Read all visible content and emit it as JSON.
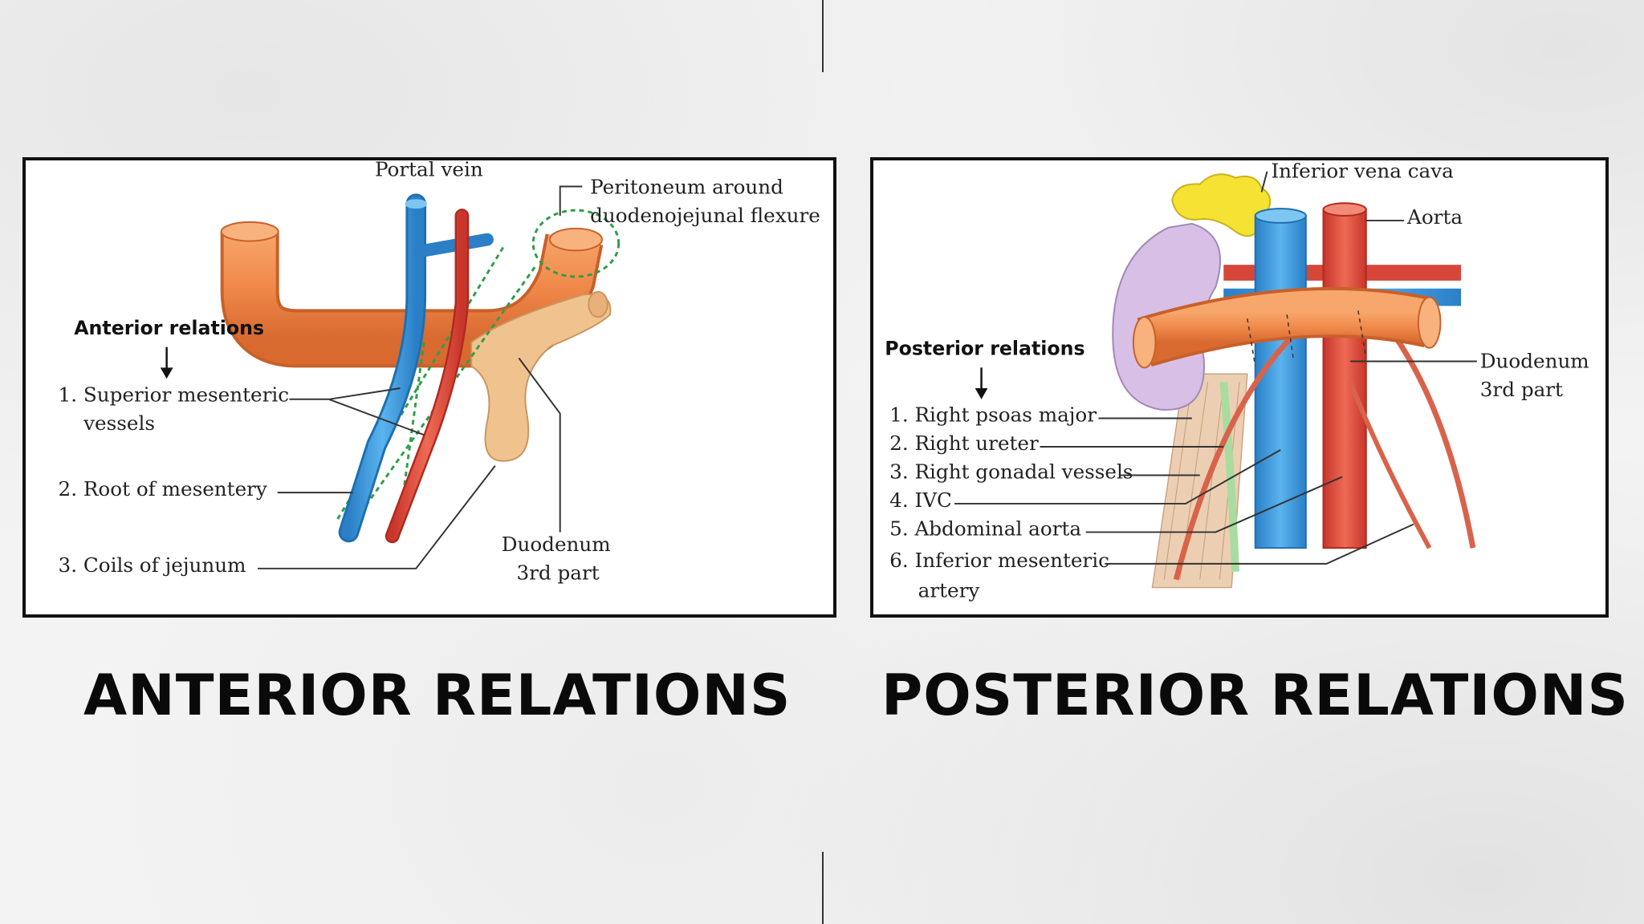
{
  "anterior": {
    "caption": "ANTERIOR RELATIONS",
    "heading": "Anterior relations",
    "labels": {
      "portal_vein": "Portal vein",
      "peritoneum_1": "Peritoneum around",
      "peritoneum_2": "duodenojejunal flexure",
      "item1_line1": "1. Superior mesenteric",
      "item1_line2": "vessels",
      "item2": "2. Root of mesentery",
      "item3": "3. Coils of jejunum",
      "duodenum_1": "Duodenum",
      "duodenum_2": "3rd part"
    }
  },
  "posterior": {
    "caption": "POSTERIOR RELATIONS",
    "heading": "Posterior relations",
    "labels": {
      "ivc": "Inferior vena cava",
      "aorta": "Aorta",
      "duodenum_1": "Duodenum",
      "duodenum_2": "3rd part",
      "item1": "1. Right psoas major",
      "item2": "2. Right ureter",
      "item3": "3. Right gonadal vessels",
      "item4": "4. IVC",
      "item5": "5. Abdominal aorta",
      "item6_line1": "6. Inferior mesenteric",
      "item6_line2": "artery"
    }
  },
  "colors": {
    "duodenum": "#f08a4b",
    "vein": "#3d9ee0",
    "artery": "#e5483a",
    "kidney": "#d8bfe6",
    "adrenal": "#f5e233",
    "jejunum": "#f0c38e",
    "ureter": "#a8dca0",
    "peritoneum": "#2e9e4a"
  }
}
